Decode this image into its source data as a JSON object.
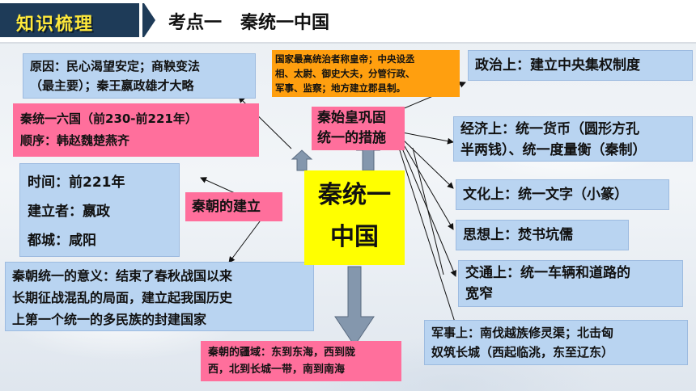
{
  "header": {
    "badge": "知识梳理",
    "title": "考点一   秦统一中国"
  },
  "center": {
    "title_line1": "秦统一",
    "title_line2": "中国"
  },
  "measures_box": {
    "line1": "秦始皇巩固",
    "line2": "统一的措施"
  },
  "founding_box": "秦朝的建立",
  "reasons_box": {
    "line1": "原因：民心渴望安定；商鞅变法",
    "line2": "（最主要）；秦王嬴政雄才大略"
  },
  "unification_box": {
    "line1": "秦统一六国（前230-前221年）",
    "line2": "顺序：韩赵魏楚燕齐"
  },
  "founding_info_box": {
    "time": "时间：前221年",
    "founder": "建立者：嬴政",
    "capital": "都城：咸阳"
  },
  "significance_box": {
    "line1": "秦朝统一的意义：结束了春秋战国以来",
    "line2": "长期征战混乱的局面，建立起我国历史",
    "line3": "上第一个统一的多民族的封建国家"
  },
  "territory_box": {
    "line1": "秦朝的疆域：东到东海，西到陇",
    "line2": "西，北到长城一带，南到南海"
  },
  "political_detail_box": {
    "line1": "国家最高统治者称皇帝；中央设丞",
    "line2": "相、太尉、御史大夫，分管行政、",
    "line3": "军事、监察；地方建立郡县制。"
  },
  "measures": {
    "political": "政治上：建立中央集权制度",
    "economic_line1": "经济上：统一货币（圆形方孔",
    "economic_line2": "半两钱）、统一度量衡（秦制）",
    "cultural": "文化上：统一文字（小篆）",
    "ideological": "思想上：焚书坑儒",
    "transport_line1": "交通上：统一车辆和道路的",
    "transport_line2": "宽窄",
    "military_line1": "军事上：南伐越族修灵渠；北击匈",
    "military_line2": "奴筑长城（西起临洮，东至辽东）"
  },
  "colors": {
    "header_badge_bg": "#1e3b58",
    "header_badge_text": "#ffe93b",
    "blue_box": "#b9d4f1",
    "pink_box": "#ff6f9c",
    "orange_box": "#ff9f0f",
    "center_box": "#ffff00",
    "big_arrow": "#8497ad"
  }
}
